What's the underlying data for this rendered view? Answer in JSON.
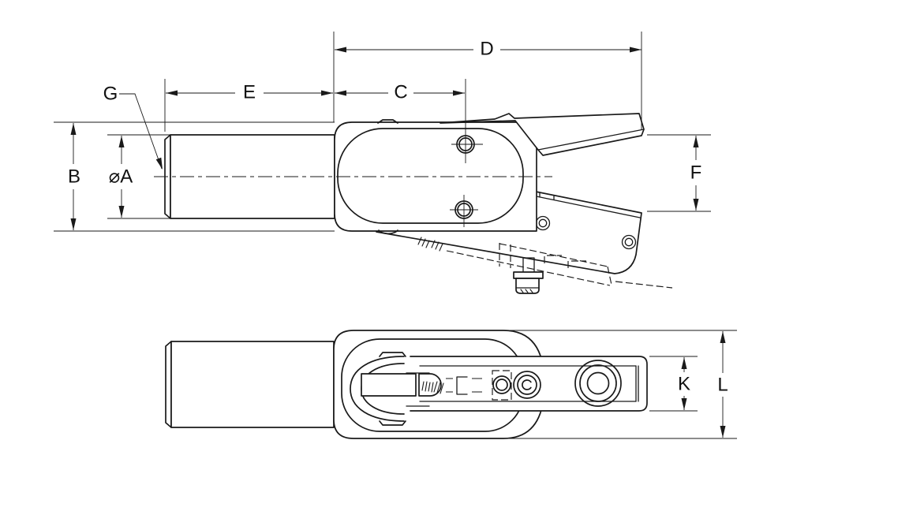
{
  "drawing": {
    "background": "#ffffff",
    "ink": "#1a1a1a",
    "labels": {
      "a": "⌀A",
      "b": "B",
      "c": "C",
      "d": "D",
      "e": "E",
      "f": "F",
      "g": "G",
      "k": "K",
      "l": "L"
    }
  }
}
